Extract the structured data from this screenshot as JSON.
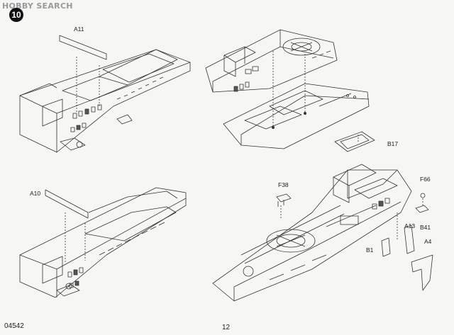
{
  "watermark": "HOBBY SEARCH",
  "step_number": "10",
  "part_labels": {
    "a11": "A11",
    "a10": "A10",
    "b17": "B17",
    "f38": "F38",
    "f66": "F66",
    "a13": "A13",
    "b41": "B41",
    "b1": "B1",
    "a4": "A4"
  },
  "footer": {
    "kit_number": "04542",
    "page_number": "12"
  },
  "colors": {
    "line": "#333333",
    "paper": "#f6f6f4",
    "shade": "#9a9a9a"
  }
}
